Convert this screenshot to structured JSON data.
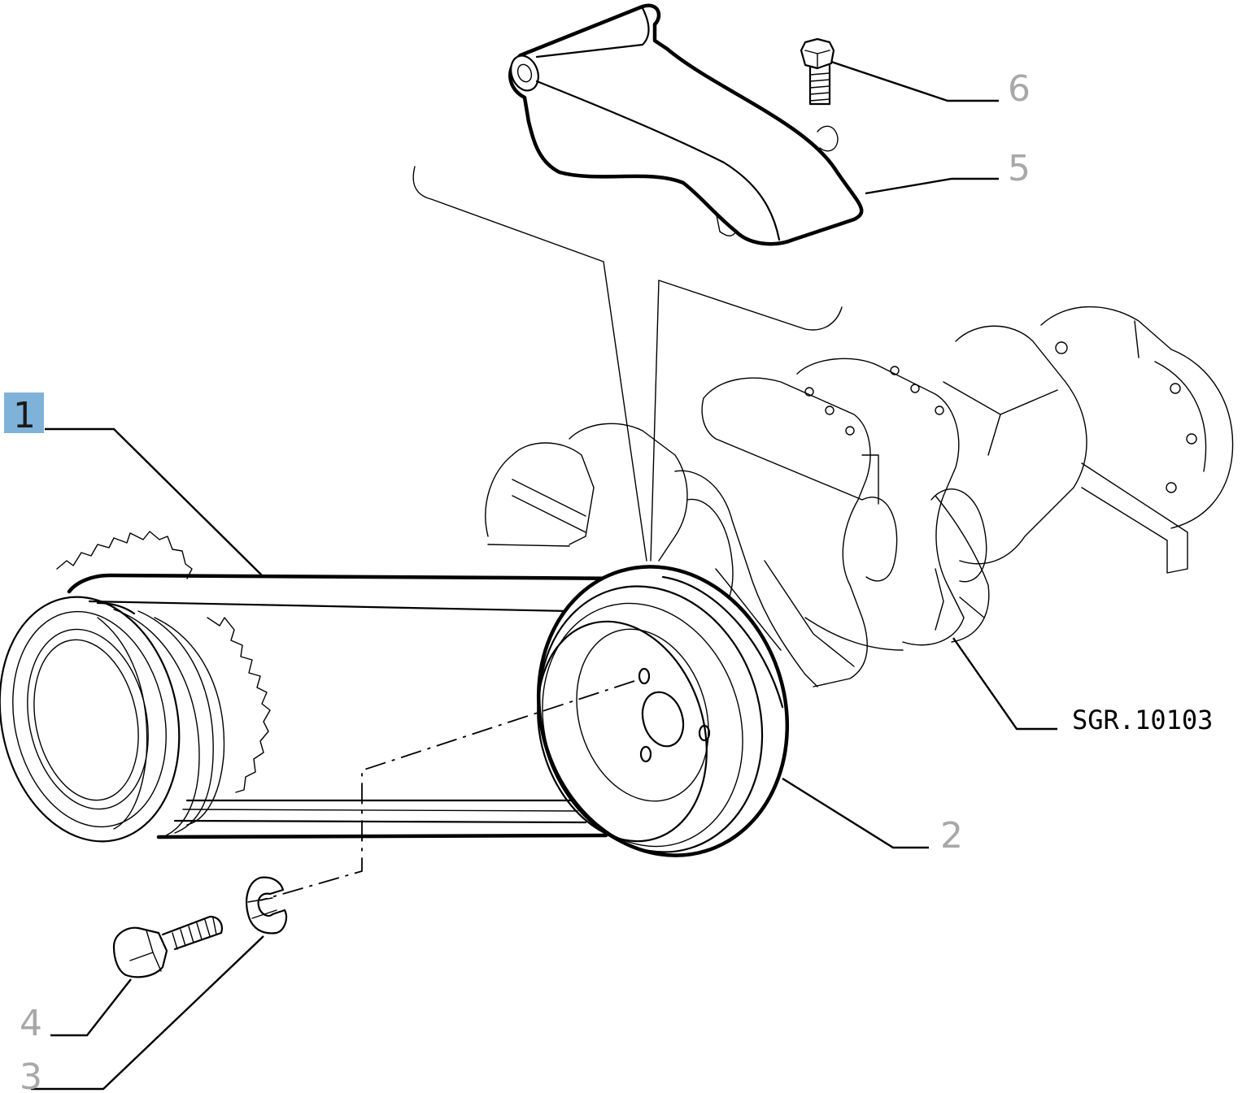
{
  "callouts": [
    {
      "id": "1",
      "label": "1",
      "selected": true
    },
    {
      "id": "2",
      "label": "2",
      "selected": false
    },
    {
      "id": "3",
      "label": "3",
      "selected": false
    },
    {
      "id": "4",
      "label": "4",
      "selected": false
    },
    {
      "id": "5",
      "label": "5",
      "selected": false
    },
    {
      "id": "6",
      "label": "6",
      "selected": false
    }
  ],
  "drawing_code": "SGR.10103",
  "colors": {
    "selected_highlight": "#7fb2d8",
    "callout_number": "#a8a8a8",
    "line": "#000000"
  }
}
